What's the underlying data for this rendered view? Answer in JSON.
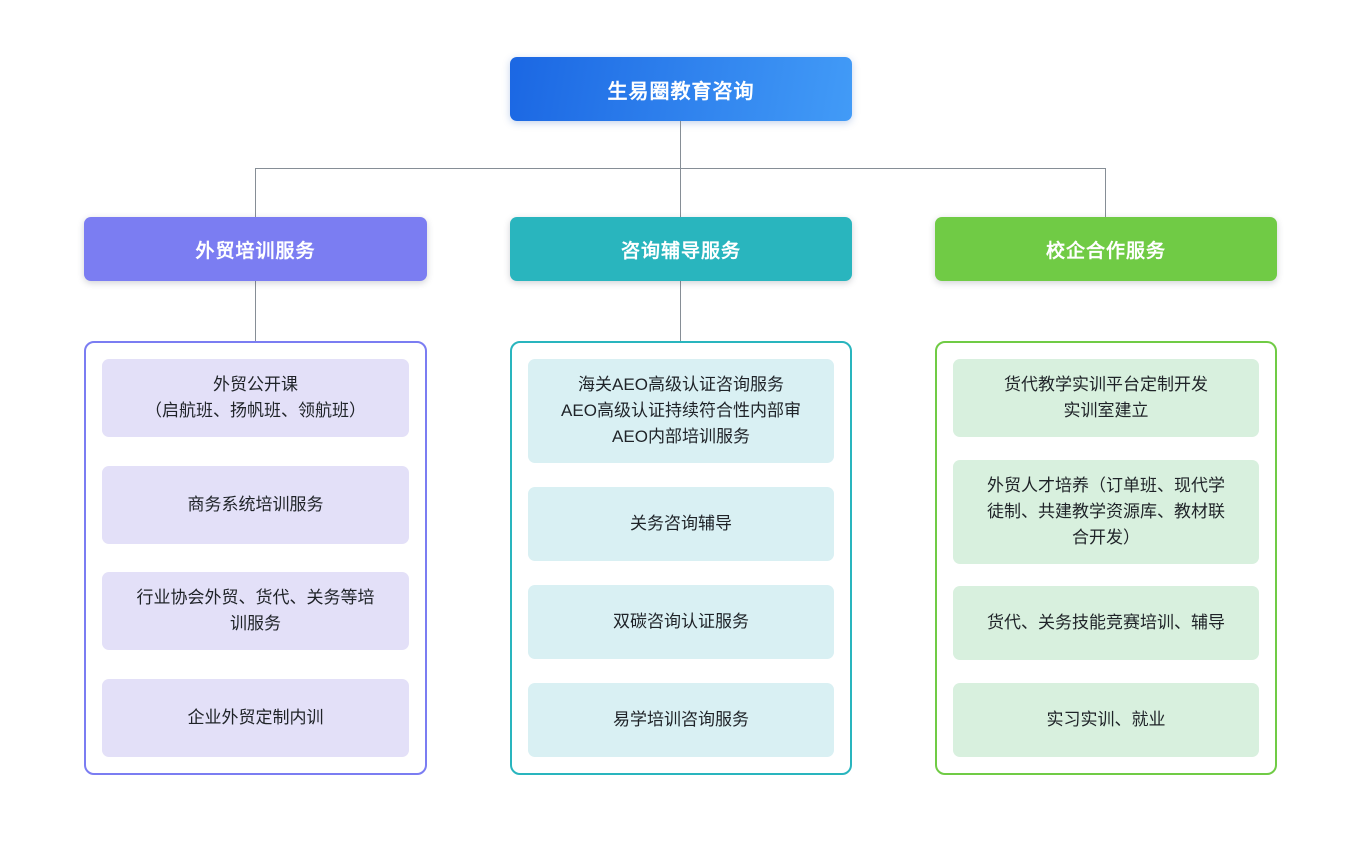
{
  "root": {
    "label": "生易圈教育咨询",
    "gradient_from": "#1b67e3",
    "gradient_to": "#429bf7"
  },
  "connector_color": "#868e96",
  "branches": [
    {
      "label": "外贸培训服务",
      "accent": "#7b7df2",
      "item_bg": "#e3e0f8",
      "items": [
        {
          "text": "外贸公开课\n（启航班、扬帆班、领航班）"
        },
        {
          "text": "商务系统培训服务"
        },
        {
          "text": "行业协会外贸、货代、关务等培\n训服务"
        },
        {
          "text": "企业外贸定制内训"
        }
      ]
    },
    {
      "label": "咨询辅导服务",
      "accent": "#29b5be",
      "item_bg": "#d9f0f3",
      "items": [
        {
          "text": "海关AEO高级认证咨询服务\nAEO高级认证持续符合性内部审\nAEO内部培训服务"
        },
        {
          "text": "关务咨询辅导"
        },
        {
          "text": "双碳咨询认证服务"
        },
        {
          "text": "易学培训咨询服务"
        }
      ]
    },
    {
      "label": "校企合作服务",
      "accent": "#70cb45",
      "item_bg": "#d8f0de",
      "items": [
        {
          "text": "货代教学实训平台定制开发\n实训室建立"
        },
        {
          "text": "外贸人才培养（订单班、现代学\n徒制、共建教学资源库、教材联\n合开发）"
        },
        {
          "text": "货代、关务技能竞赛培训、辅导"
        },
        {
          "text": "实习实训、就业"
        }
      ]
    }
  ]
}
